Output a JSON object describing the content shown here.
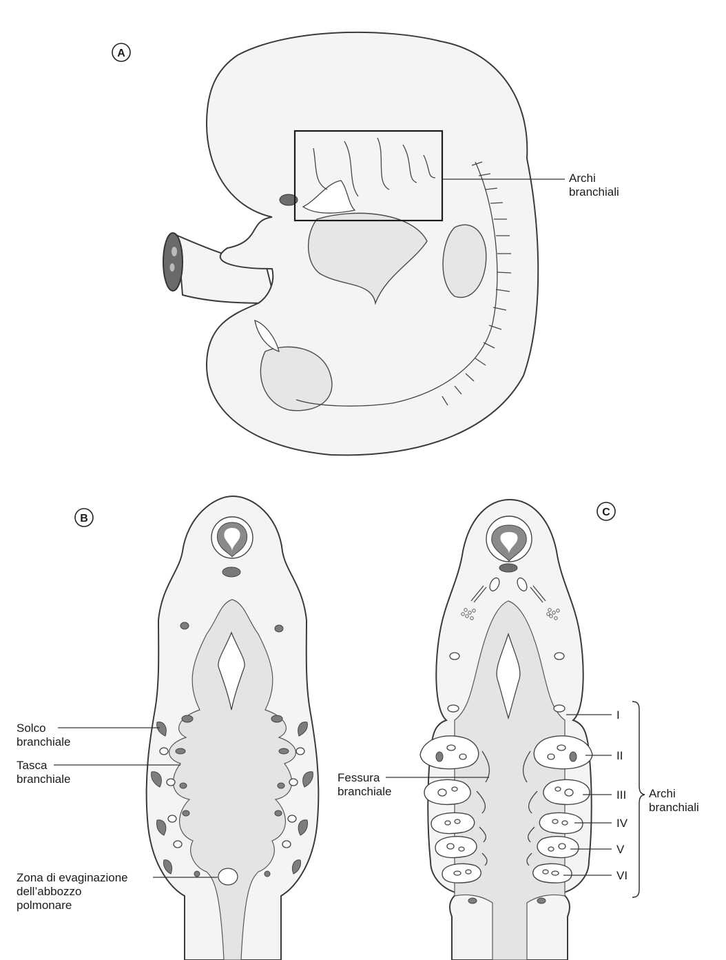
{
  "panels": {
    "a": {
      "letter": "A"
    },
    "b": {
      "letter": "B"
    },
    "c": {
      "letter": "C"
    }
  },
  "labels": {
    "archi_branchiali_a": [
      "Archi",
      "branchiali"
    ],
    "solco_branchiale": [
      "Solco",
      "branchiale"
    ],
    "tasca_branchiale": [
      "Tasca",
      "branchiale"
    ],
    "zona_evaginazione": [
      "Zona di evaginazione",
      "dell’abbozzo",
      "polmonare"
    ],
    "fessura_branchiale": [
      "Fessura",
      "branchiale"
    ],
    "archi_branchiali_c": [
      "Archi",
      "branchiali"
    ]
  },
  "arch_numerals": [
    "I",
    "II",
    "III",
    "IV",
    "V",
    "VI"
  ]
}
